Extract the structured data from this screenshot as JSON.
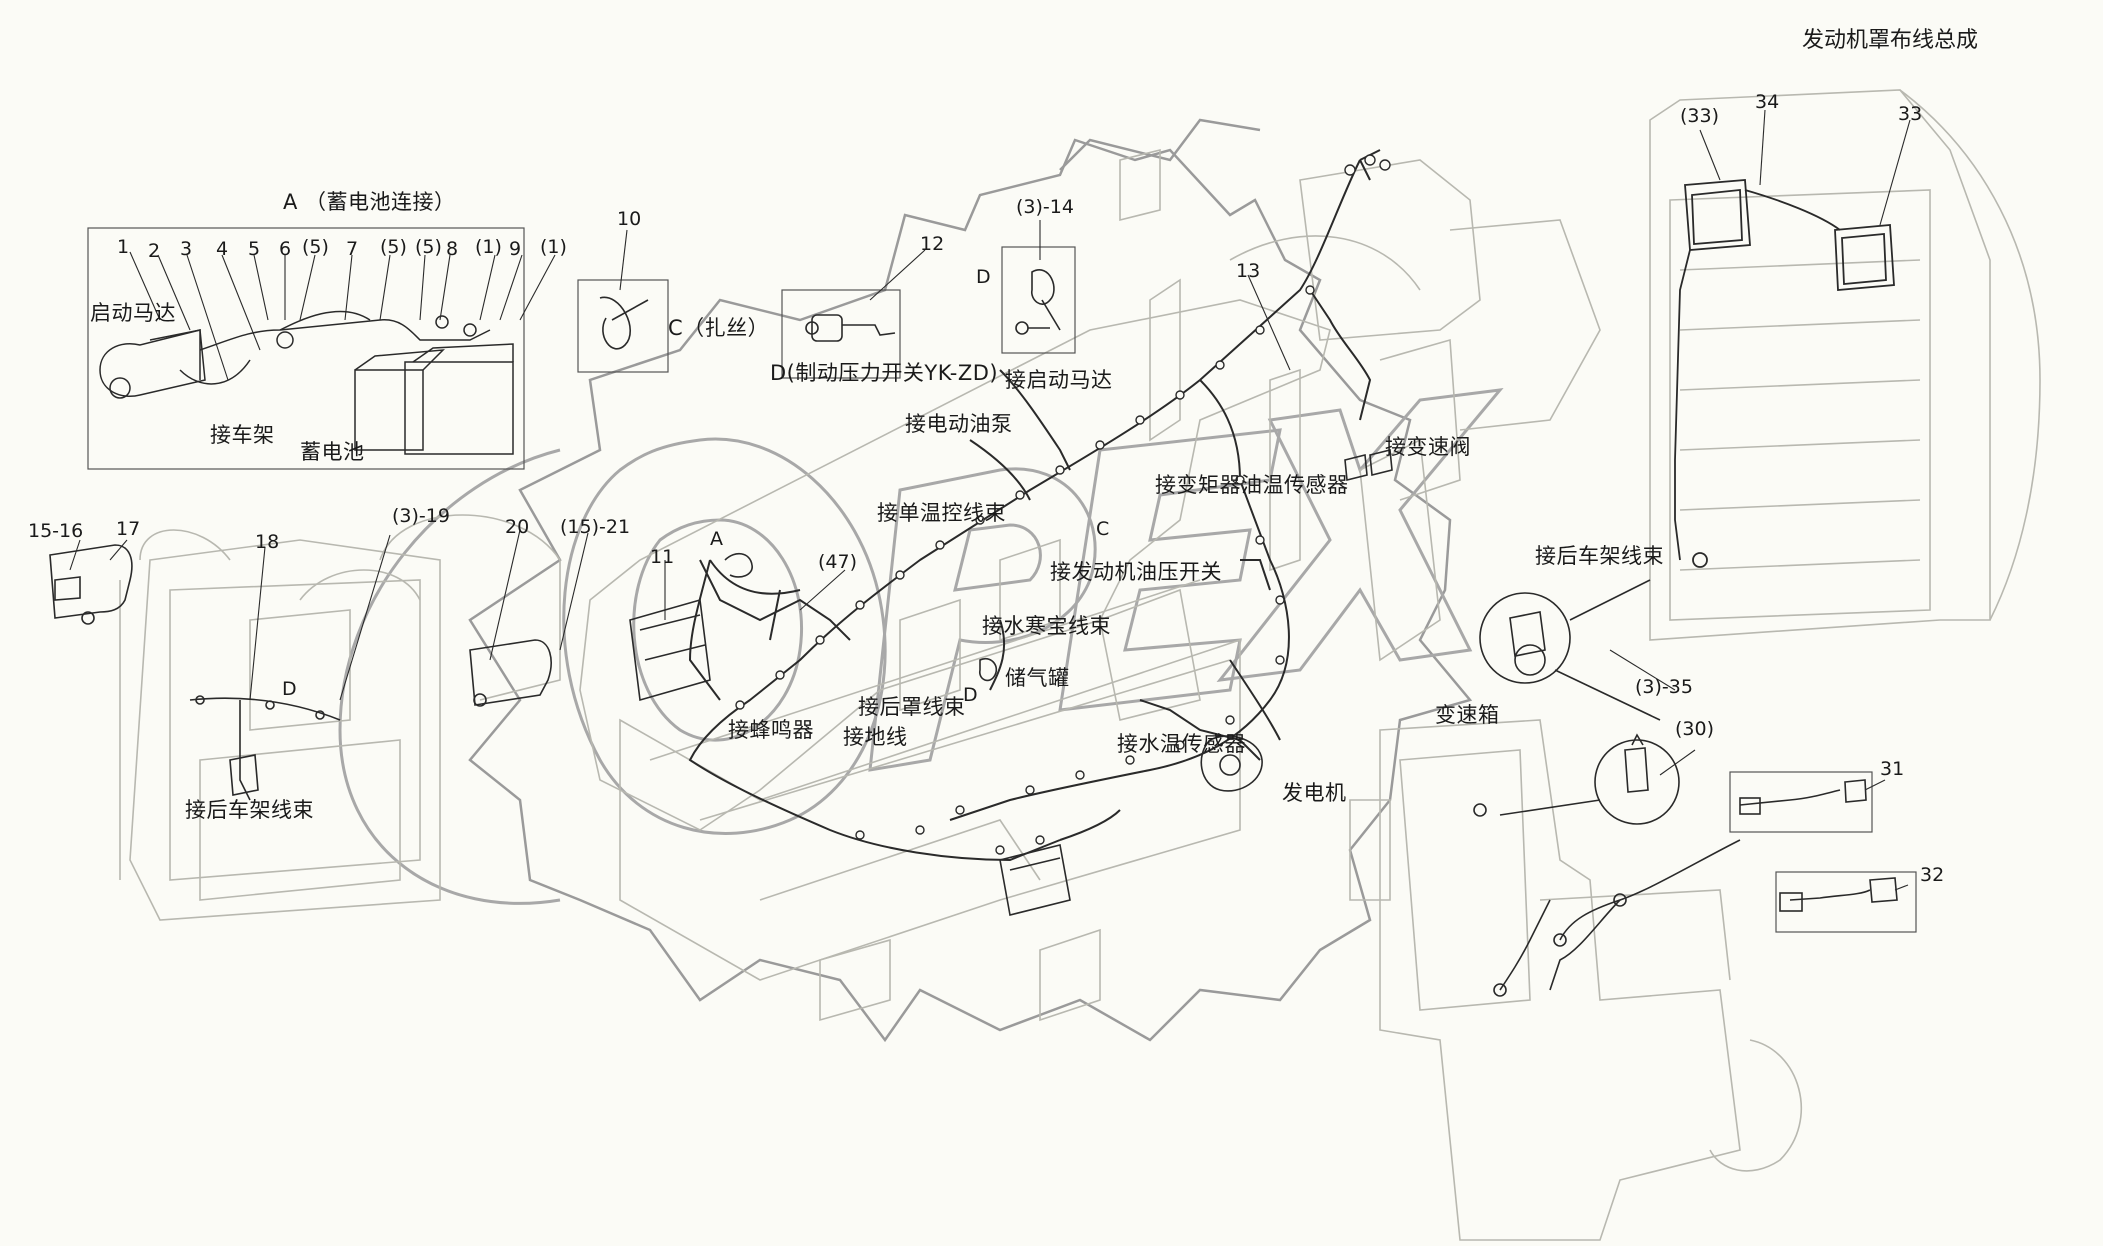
{
  "title": "发动机罩布线总成",
  "inset_labels": {
    "battery_connection": "A （蓄电池连接）",
    "tie_wire": "C（扎丝）",
    "brake_switch": "D(制动压力开关YK-ZD)"
  },
  "labels": {
    "starter_motor": "启动马达",
    "to_frame": "接车架",
    "battery": "蓄电池",
    "to_starter_motor": "接启动马达",
    "to_electric_pump": "接电动油泵",
    "to_single_temp_harness": "接单温控线束",
    "to_converter_oil_temp_sensor": "接变矩器油温传感器",
    "to_transmission_valve": "接变速阀",
    "to_engine_oil_pressure_switch": "接发动机油压开关",
    "to_water_heater_harness": "接水寒宝线束",
    "air_tank": "储气罐",
    "to_rear_cover_harness": "接后罩线束",
    "to_buzzer": "接蜂鸣器",
    "to_ground": "接地线",
    "to_water_temp_sensor": "接水温传感器",
    "alternator": "发电机",
    "gearbox": "变速箱",
    "to_rear_frame_harness_right": "接后车架线束",
    "to_rear_frame_harness_left": "接后车架线束"
  },
  "letters": {
    "a_main": "A",
    "c_main": "C",
    "d_main": "D",
    "d_left": "D",
    "d_inset": "D"
  },
  "callouts": {
    "n1": "1",
    "n2": "2",
    "n3": "3",
    "n4": "4",
    "n5": "5",
    "n6": "6",
    "p5a": "(5)",
    "n7": "7",
    "p5b": "(5)",
    "p5c": "(5)",
    "n8": "8",
    "p1a": "(1)",
    "n9": "9",
    "p1b": "(1)",
    "n10": "10",
    "n12": "12",
    "n13": "13",
    "p3_14": "(3)-14",
    "n11": "11",
    "p47": "(47)",
    "n15_16": "15-16",
    "n17": "17",
    "n18": "18",
    "p3_19": "(3)-19",
    "n20": "20",
    "p15_21": "(15)-21",
    "p33": "(33)",
    "n34": "34",
    "n33": "33",
    "p3_35": "(3)-35",
    "p30": "(30)",
    "n31": "31",
    "n32": "32"
  },
  "colors": {
    "line": "#2a2a2a",
    "faint": "#b8b8b0",
    "watermark": "#9a9a9a"
  }
}
